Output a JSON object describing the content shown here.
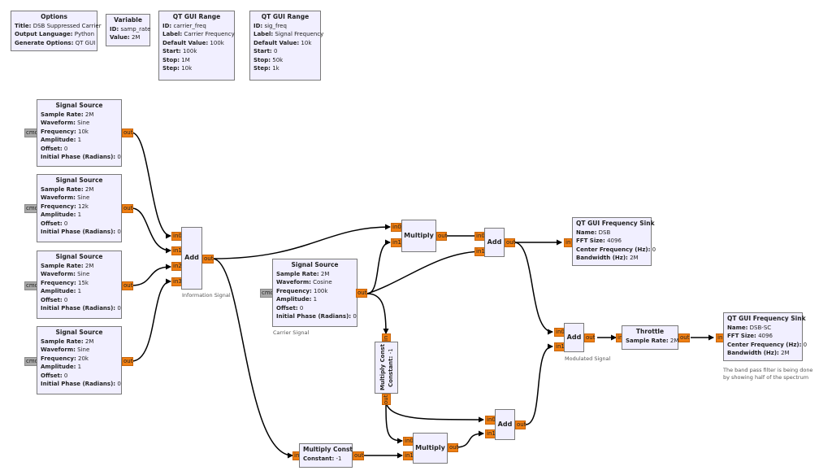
{
  "top_blocks": {
    "options": {
      "title": "Options",
      "rows": [
        {
          "k": "Title:",
          "v": "DSB Suppressed Carrier"
        },
        {
          "k": "Output Language:",
          "v": "Python"
        },
        {
          "k": "Generate Options:",
          "v": "QT GUI"
        }
      ]
    },
    "variable": {
      "title": "Variable",
      "rows": [
        {
          "k": "ID:",
          "v": "samp_rate"
        },
        {
          "k": "Value:",
          "v": "2M"
        }
      ]
    },
    "range_carrier": {
      "title": "QT GUI Range",
      "rows": [
        {
          "k": "ID:",
          "v": "carrier_freq"
        },
        {
          "k": "Label:",
          "v": "Carrier Frequency"
        },
        {
          "k": "Default Value:",
          "v": "100k"
        },
        {
          "k": "Start:",
          "v": "100k"
        },
        {
          "k": "Stop:",
          "v": "1M"
        },
        {
          "k": "Step:",
          "v": "10k"
        }
      ]
    },
    "range_signal": {
      "title": "QT GUI Range",
      "rows": [
        {
          "k": "ID:",
          "v": "sig_freq"
        },
        {
          "k": "Label:",
          "v": "Signal Frequency"
        },
        {
          "k": "Default Value:",
          "v": "10k"
        },
        {
          "k": "Start:",
          "v": "0"
        },
        {
          "k": "Stop:",
          "v": "50k"
        },
        {
          "k": "Step:",
          "v": "1k"
        }
      ]
    }
  },
  "signal_sources": [
    {
      "title": "Signal Source",
      "rows": [
        {
          "k": "Sample Rate:",
          "v": "2M"
        },
        {
          "k": "Waveform:",
          "v": "Sine"
        },
        {
          "k": "Frequency:",
          "v": "10k"
        },
        {
          "k": "Amplitude:",
          "v": "1"
        },
        {
          "k": "Offset:",
          "v": "0"
        },
        {
          "k": "Initial Phase (Radians):",
          "v": "0"
        }
      ]
    },
    {
      "title": "Signal Source",
      "rows": [
        {
          "k": "Sample Rate:",
          "v": "2M"
        },
        {
          "k": "Waveform:",
          "v": "Sine"
        },
        {
          "k": "Frequency:",
          "v": "12k"
        },
        {
          "k": "Amplitude:",
          "v": "1"
        },
        {
          "k": "Offset:",
          "v": "0"
        },
        {
          "k": "Initial Phase (Radians):",
          "v": "0"
        }
      ]
    },
    {
      "title": "Signal Source",
      "rows": [
        {
          "k": "Sample Rate:",
          "v": "2M"
        },
        {
          "k": "Waveform:",
          "v": "Sine"
        },
        {
          "k": "Frequency:",
          "v": "15k"
        },
        {
          "k": "Amplitude:",
          "v": "1"
        },
        {
          "k": "Offset:",
          "v": "0"
        },
        {
          "k": "Initial Phase (Radians):",
          "v": "0"
        }
      ]
    },
    {
      "title": "Signal Source",
      "rows": [
        {
          "k": "Sample Rate:",
          "v": "2M"
        },
        {
          "k": "Waveform:",
          "v": "Sine"
        },
        {
          "k": "Frequency:",
          "v": "20k"
        },
        {
          "k": "Amplitude:",
          "v": "1"
        },
        {
          "k": "Offset:",
          "v": "0"
        },
        {
          "k": "Initial Phase (Radians):",
          "v": "0"
        }
      ]
    }
  ],
  "carrier_source": {
    "title": "Signal Source",
    "comment": "Carrier Signal",
    "rows": [
      {
        "k": "Sample Rate:",
        "v": "2M"
      },
      {
        "k": "Waveform:",
        "v": "Cosine"
      },
      {
        "k": "Frequency:",
        "v": "100k"
      },
      {
        "k": "Amplitude:",
        "v": "1"
      },
      {
        "k": "Offset:",
        "v": "0"
      },
      {
        "k": "Initial Phase (Radians):",
        "v": "0"
      }
    ]
  },
  "add_info": {
    "title": "Add",
    "comment": "Information Signal"
  },
  "multiply_top": {
    "title": "Multiply"
  },
  "add_top": {
    "title": "Add"
  },
  "freq_sink_dsb": {
    "title": "QT GUI Frequency Sink",
    "rows": [
      {
        "k": "Name:",
        "v": "DSB"
      },
      {
        "k": "FFT Size:",
        "v": "4096"
      },
      {
        "k": "Center Frequency (Hz):",
        "v": "0"
      },
      {
        "k": "Bandwidth (Hz):",
        "v": "2M"
      }
    ]
  },
  "add_mod": {
    "title": "Add",
    "comment": "Modulated Signal"
  },
  "throttle": {
    "title": "Throttle",
    "rows": [
      {
        "k": "Sample Rate:",
        "v": "2M"
      }
    ]
  },
  "freq_sink_dsbsc": {
    "title": "QT GUI Frequency Sink",
    "comment_lines": [
      "The band pass filter is being done",
      "by showing half of the spectrum"
    ],
    "rows": [
      {
        "k": "Name:",
        "v": "DSB-SC"
      },
      {
        "k": "FFT Size:",
        "v": "4096"
      },
      {
        "k": "Center Frequency (Hz):",
        "v": "0"
      },
      {
        "k": "Bandwidth (Hz):",
        "v": "2M"
      }
    ]
  },
  "multiply_const_vert": {
    "title": "Multiply Const",
    "rows": [
      {
        "k": "Constant:",
        "v": "-1"
      }
    ]
  },
  "multiply_const_bottom": {
    "title": "Multiply Const",
    "rows": [
      {
        "k": "Constant:",
        "v": "-1"
      }
    ]
  },
  "multiply_bottom": {
    "title": "Multiply"
  },
  "add_bottom": {
    "title": "Add"
  },
  "ports": {
    "in": "in",
    "out": "out",
    "cmd": "cmd",
    "in0": "in0",
    "in1": "in1",
    "in2": "in2",
    "in3": "in3"
  },
  "colors": {
    "block_fill": "#f1efff",
    "port": "#f07f12",
    "cmd_port": "#a9a9a9",
    "wire": "#000000"
  }
}
